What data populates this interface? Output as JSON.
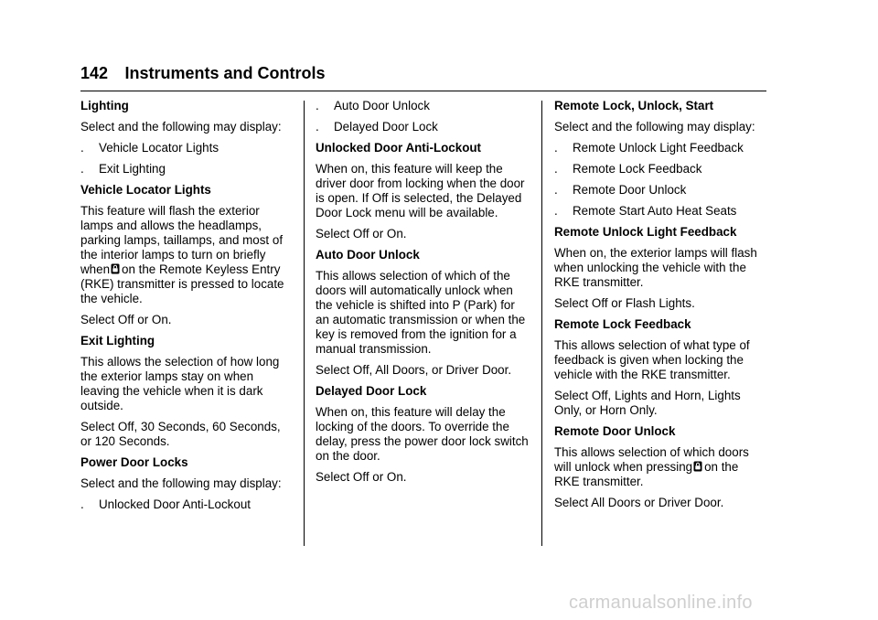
{
  "header": {
    "page_number": "142",
    "title": "Instruments and Controls"
  },
  "col1": {
    "p1": "Lighting",
    "p2": "Select and the following may display:",
    "b1": "Vehicle Locator Lights",
    "b2": "Exit Lighting",
    "p3": "Vehicle Locator Lights",
    "p4a": "This feature will flash the exterior lamps and allows the headlamps, parking lamps, taillamps, and most of the interior lamps to turn on briefly when",
    "p4b": "on the Remote Keyless Entry (RKE) transmitter is pressed to locate the vehicle.",
    "p5": "Select Off or On.",
    "p6": "Exit Lighting",
    "p7": "This allows the selection of how long the exterior lamps stay on when leaving the vehicle when it is dark outside.",
    "p8": "Select Off, 30 Seconds, 60 Seconds, or 120 Seconds.",
    "p9": "Power Door Locks",
    "p10": "Select and the following may display:",
    "b3": "Unlocked Door Anti-Lockout"
  },
  "col2": {
    "b1": "Auto Door Unlock",
    "b2": "Delayed Door Lock",
    "p1": "Unlocked Door Anti-Lockout",
    "p2": "When on, this feature will keep the driver door from locking when the door is open. If Off is selected, the Delayed Door Lock menu will be available.",
    "p3": "Select Off or On.",
    "p4": "Auto Door Unlock",
    "p5": "This allows selection of which of the doors will automatically unlock when the vehicle is shifted into P (Park) for an automatic transmission or when the key is removed from the ignition for a manual transmission.",
    "p6": "Select Off, All Doors, or Driver Door.",
    "p7": "Delayed Door Lock",
    "p8": "When on, this feature will delay the locking of the doors. To override the delay, press the power door lock switch on the door.",
    "p9": "Select Off or On."
  },
  "col3": {
    "p1": "Remote Lock, Unlock, Start",
    "p2": "Select and the following may display:",
    "b1": "Remote Unlock Light Feedback",
    "b2": "Remote Lock Feedback",
    "b3": "Remote Door Unlock",
    "b4": "Remote Start Auto Heat Seats",
    "p3": "Remote Unlock Light Feedback",
    "p4": "When on, the exterior lamps will flash when unlocking the vehicle with the RKE transmitter.",
    "p5": "Select Off or Flash Lights.",
    "p6": "Remote Lock Feedback",
    "p7": "This allows selection of what type of feedback is given when locking the vehicle with the RKE transmitter.",
    "p8": "Select Off, Lights and Horn, Lights Only, or Horn Only.",
    "p9": "Remote Door Unlock",
    "p10a": "This allows selection of which doors will unlock when pressing",
    "p10b": "on the RKE transmitter.",
    "p11": "Select All Doors or Driver Door."
  },
  "bullet_char": ".",
  "footer": {
    "watermark": "carmanualsonline.info"
  }
}
